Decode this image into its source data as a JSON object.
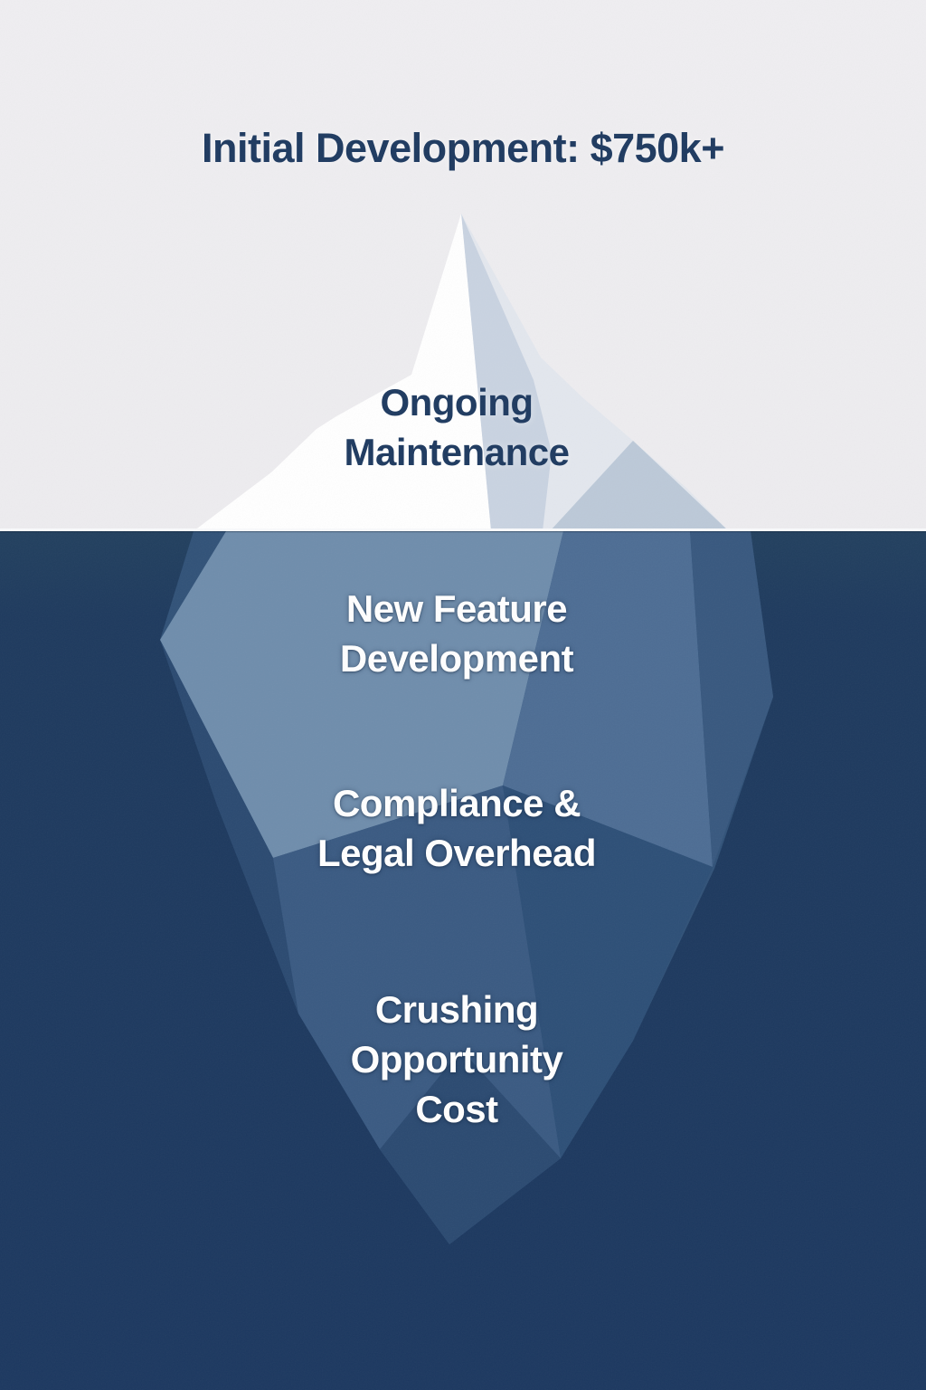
{
  "title": "Initial Development: $750k+",
  "iceberg": {
    "above_label": "Ongoing\nMaintenance",
    "below_labels": [
      "New Feature\nDevelopment",
      "Compliance &\nLegal Overhead",
      "Crushing\nOpportunity\nCost"
    ]
  },
  "colors": {
    "sky": "#efeef1",
    "water": "#1e3a5e",
    "water-deep": "#1c3860",
    "ink-navy": "#1e3a60",
    "text-white": "#ffffff",
    "tip-white": "#ffffff",
    "tip-shade-light": "#e3e7ee",
    "tip-shade-mid": "#c9d3e1",
    "tip-shade-deep": "#bcc9d8",
    "sub-1": "#6f8dac",
    "sub-2": "#4d6d94",
    "sub-3": "#3a5a82",
    "sub-4": "#38587f",
    "sub-5": "#315278",
    "sub-6": "#2b4a71",
    "sub-7": "#2d4f77"
  }
}
